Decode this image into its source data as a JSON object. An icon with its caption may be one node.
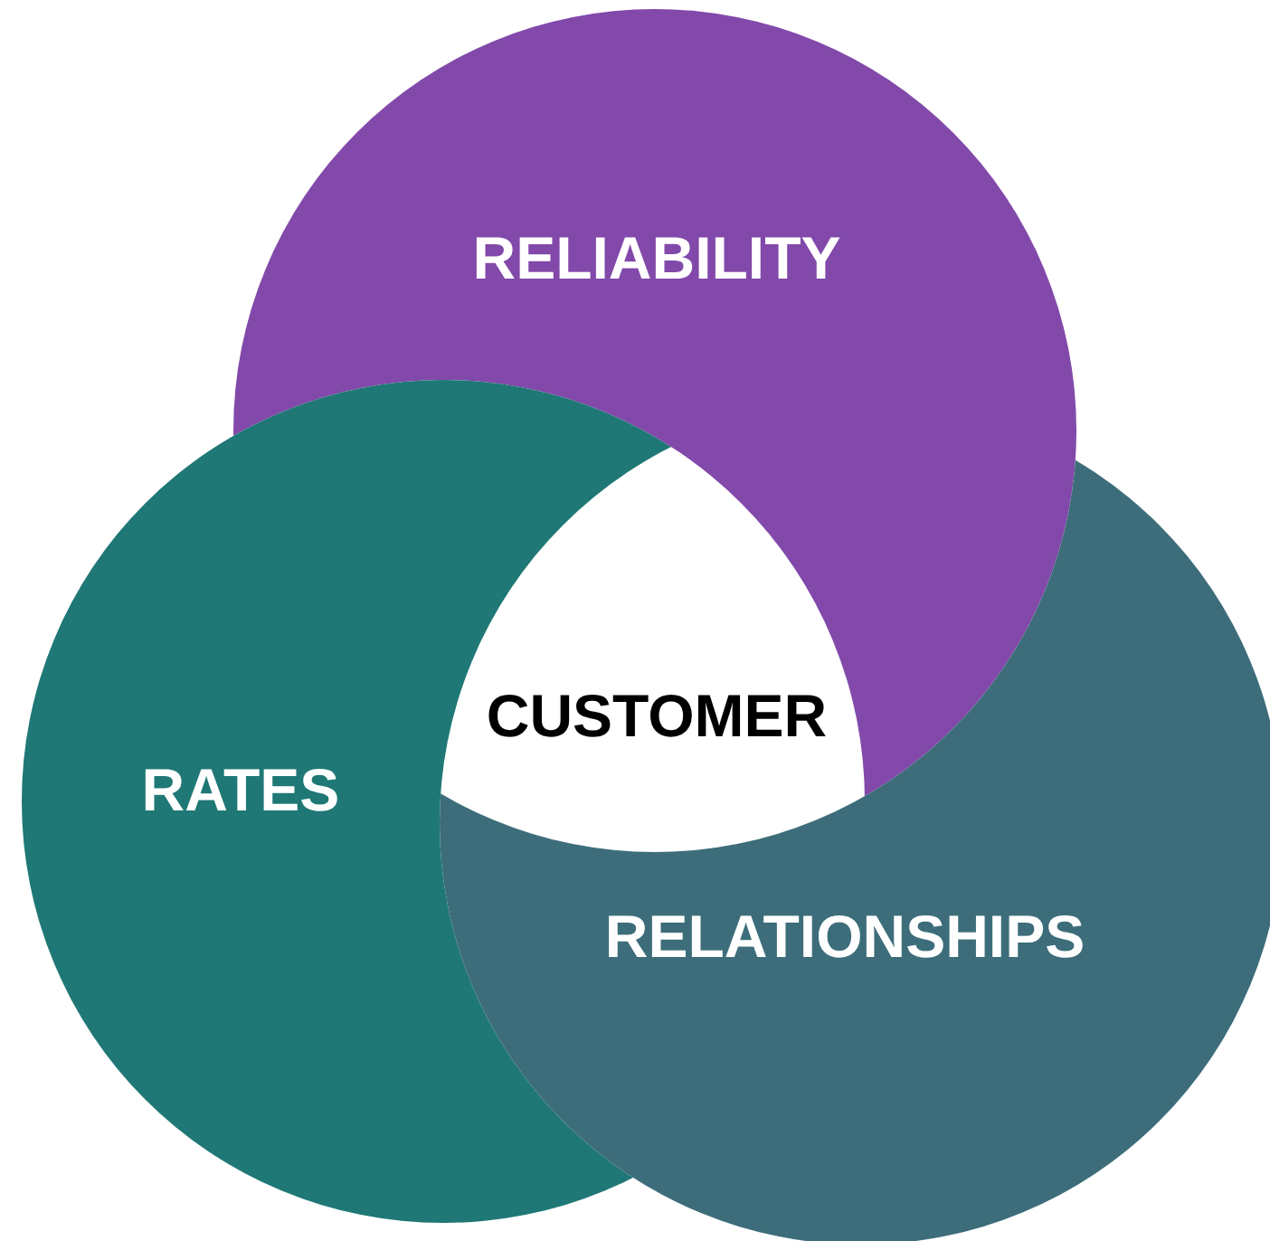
{
  "diagram": {
    "nodes": [
      {
        "text": [
          "RELIABILITY"
        ]
      },
      {
        "text": [
          "RATES"
        ]
      },
      {
        "text": [
          "RELATIONSHIPS"
        ]
      }
    ],
    "edges": [],
    "labels": [
      "CUSTOMER"
    ]
  }
}
